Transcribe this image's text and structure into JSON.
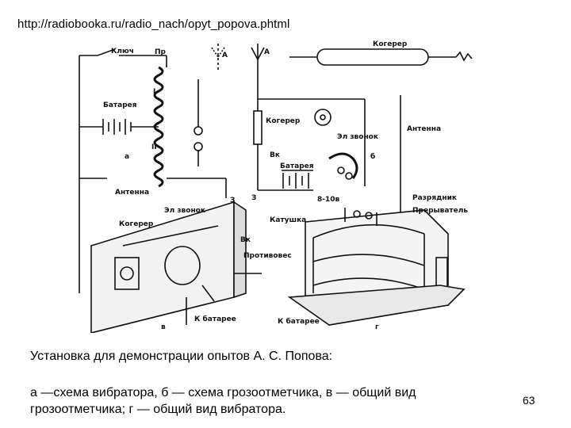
{
  "page": {
    "url": "http://radiobooka.ru/radio_nach/opyt_popova.phtml",
    "caption_title": "Установка для демонстрации опытов А. С. Попова:",
    "caption_body": "а —схема вибратора, б — схема грозоотметчика, в — общий вид грозоотметчика; г — общий вид вибратора.",
    "page_number": "63"
  },
  "figure": {
    "labels": {
      "key": "Ключ",
      "pr": "Пр",
      "battery": "Батарея",
      "a_label": "а",
      "i_label": "I",
      "ii_label": "II",
      "antenna_a": "Антенна",
      "z_mark": "З",
      "a_top1": "А",
      "a_top2": "А",
      "coherer_top": "Когерер",
      "coherer_mid": "Когерер",
      "bell": "Эл звонок",
      "vk": "Вк",
      "battery_b": "Батарея",
      "b_label": "б",
      "z2": "З",
      "volt": "8-10в",
      "antenna_right": "Антенна",
      "bell_v": "Эл звонок",
      "coherer_v": "Когерер",
      "vk_v": "Вк",
      "counterweight": "Противовес",
      "to_battery1": "К батарее",
      "v_label": "в",
      "coil": "Катушка",
      "spark_gap": "Разрядник",
      "breaker": "Прерыватель",
      "to_battery2": "К батарее",
      "g_label": "г"
    }
  }
}
